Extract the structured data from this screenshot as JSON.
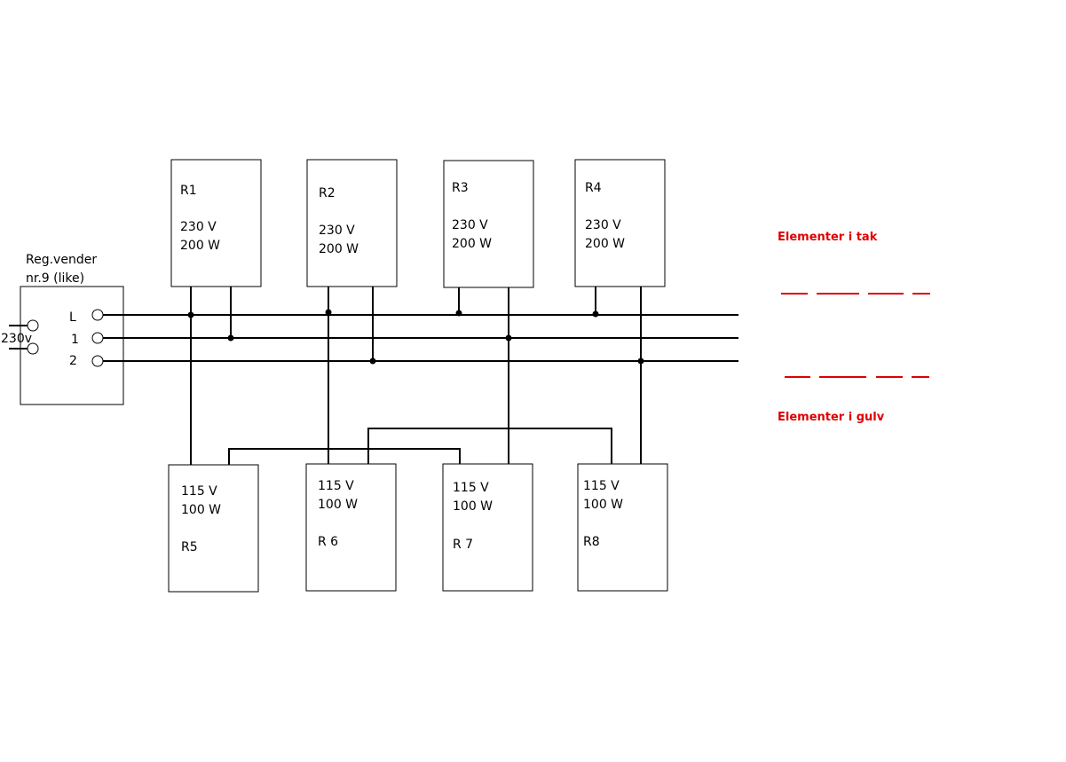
{
  "regulator": {
    "title_line1": "Reg.vender",
    "title_line2": "nr.9 (like)",
    "supply": "230v"
  },
  "terminals": [
    "L",
    "1",
    "2"
  ],
  "elements_top": [
    {
      "name": "R1",
      "voltage": "230 V",
      "power": "200 W"
    },
    {
      "name": "R2",
      "voltage": "230 V",
      "power": "200 W"
    },
    {
      "name": "R3",
      "voltage": "230 V",
      "power": "200 W"
    },
    {
      "name": "R4",
      "voltage": "230 V",
      "power": "200 W"
    }
  ],
  "elements_bottom": [
    {
      "name": "R5",
      "voltage": "115 V",
      "power": "100 W"
    },
    {
      "name": "R 6",
      "voltage": "115 V",
      "power": "100 W"
    },
    {
      "name": "R 7",
      "voltage": "115 V",
      "power": "100 W"
    },
    {
      "name": "R8",
      "voltage": "115 V",
      "power": "100 W"
    }
  ],
  "legend": {
    "ceiling": "Elementer i tak",
    "floor": "Elementer i gulv",
    "color": "#e00000"
  }
}
